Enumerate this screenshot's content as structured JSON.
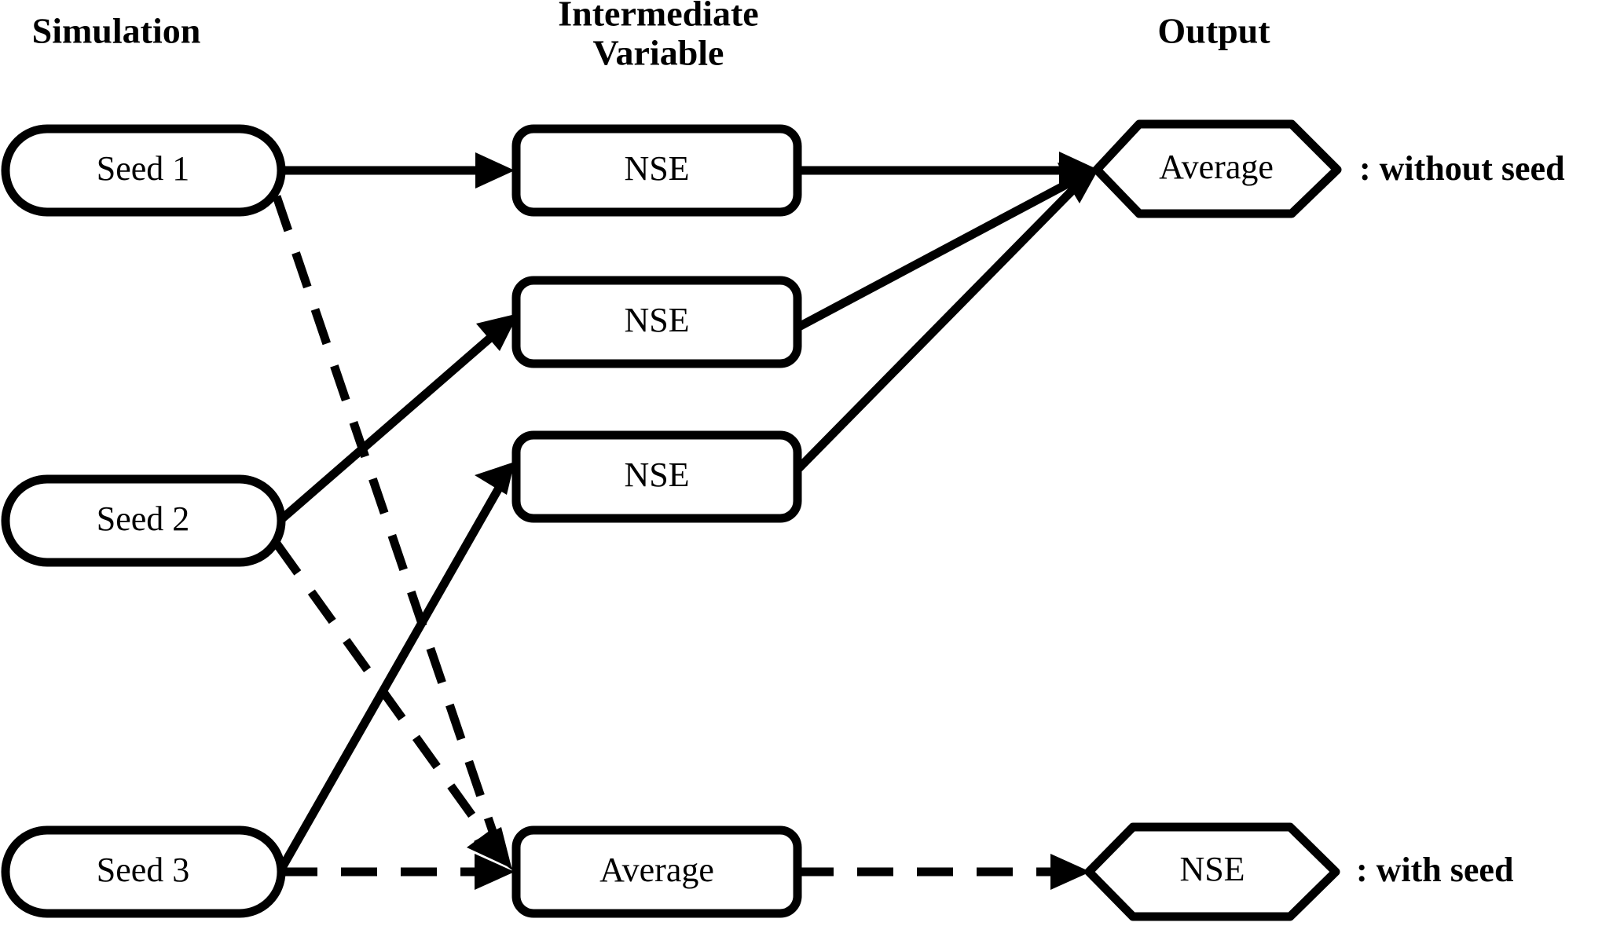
{
  "columns": {
    "simulation": "Simulation",
    "intermediate_line1": "Intermediate",
    "intermediate_line2": "Variable",
    "output": "Output"
  },
  "simulation_nodes": [
    {
      "label": "Seed 1"
    },
    {
      "label": "Seed 2"
    },
    {
      "label": "Seed 3"
    }
  ],
  "intermediate_nodes": [
    {
      "label": "NSE"
    },
    {
      "label": "NSE"
    },
    {
      "label": "NSE"
    },
    {
      "label": "Average"
    }
  ],
  "output_nodes": [
    {
      "label": "Average"
    },
    {
      "label": "NSE"
    }
  ],
  "legend": [
    {
      "label": ": without seed"
    },
    {
      "label": ": with seed"
    }
  ],
  "colors": {
    "stroke": "#000000",
    "fill": "#ffffff",
    "background": "#ffffff"
  }
}
